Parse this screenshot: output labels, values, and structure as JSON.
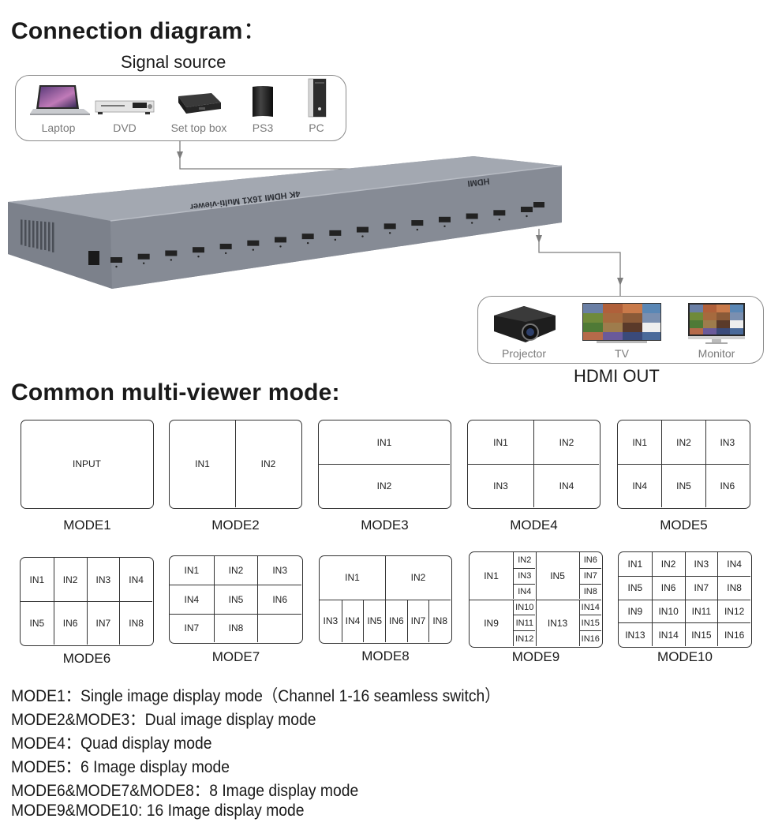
{
  "title": "Connection diagram",
  "title_suffix": "：",
  "source": {
    "heading": "Signal source",
    "devices": [
      {
        "label": "Laptop",
        "icon": "laptop-icon"
      },
      {
        "label": "DVD",
        "icon": "dvd-player-icon"
      },
      {
        "label": "Set top box",
        "icon": "set-top-box-icon"
      },
      {
        "label": "PS3",
        "icon": "ps3-console-icon"
      },
      {
        "label": "PC",
        "icon": "pc-tower-icon"
      }
    ]
  },
  "device": {
    "name": "4K HDMI 16X1 Multi-viewer",
    "brand": "HDMI",
    "input_count": 16,
    "output_count": 1,
    "colors": {
      "body": "#8e939d",
      "top": "#9ea3ac",
      "front": "#7f848e",
      "port": "#222222"
    }
  },
  "output": {
    "heading": "HDMI OUT",
    "devices": [
      {
        "label": "Projector",
        "icon": "projector-icon"
      },
      {
        "label": "TV",
        "icon": "tv-icon"
      },
      {
        "label": "Monitor",
        "icon": "monitor-icon"
      }
    ]
  },
  "modes_heading": "Common multi-viewer mode:",
  "modes": [
    {
      "name": "MODE1",
      "cells": [
        {
          "label": "INPUT"
        }
      ]
    },
    {
      "name": "MODE2",
      "cells": [
        {
          "label": "IN1"
        },
        {
          "label": "IN2"
        }
      ]
    },
    {
      "name": "MODE3",
      "cells": [
        {
          "label": "IN1"
        },
        {
          "label": "IN2"
        }
      ]
    },
    {
      "name": "MODE4",
      "cells": [
        {
          "label": "IN1"
        },
        {
          "label": "IN2"
        },
        {
          "label": "IN3"
        },
        {
          "label": "IN4"
        }
      ]
    },
    {
      "name": "MODE5",
      "cells": [
        {
          "label": "IN1"
        },
        {
          "label": "IN2"
        },
        {
          "label": "IN3"
        },
        {
          "label": "IN4"
        },
        {
          "label": "IN5"
        },
        {
          "label": "IN6"
        }
      ]
    },
    {
      "name": "MODE6",
      "cells": [
        {
          "label": "IN1"
        },
        {
          "label": "IN2"
        },
        {
          "label": "IN3"
        },
        {
          "label": "IN4"
        },
        {
          "label": "IN5"
        },
        {
          "label": "IN6"
        },
        {
          "label": "IN7"
        },
        {
          "label": "IN8"
        }
      ]
    },
    {
      "name": "MODE7",
      "cells": [
        {
          "label": "IN1"
        },
        {
          "label": "IN2"
        },
        {
          "label": "IN3"
        },
        {
          "label": "IN4"
        },
        {
          "label": "IN5"
        },
        {
          "label": "IN6"
        },
        {
          "label": "IN7"
        },
        {
          "label": "IN8"
        },
        {
          "label": ""
        }
      ]
    },
    {
      "name": "MODE8",
      "cells": [
        {
          "label": "IN1"
        },
        {
          "label": "IN2"
        },
        {
          "label": "IN3"
        },
        {
          "label": "IN4"
        },
        {
          "label": "IN5"
        },
        {
          "label": "IN6"
        },
        {
          "label": "IN7"
        },
        {
          "label": "IN8"
        }
      ]
    },
    {
      "name": "MODE9",
      "cells": [
        {
          "label": "IN1"
        },
        {
          "label": "IN2"
        },
        {
          "label": "IN3"
        },
        {
          "label": "IN4"
        },
        {
          "label": "IN5"
        },
        {
          "label": "IN6"
        },
        {
          "label": "IN7"
        },
        {
          "label": "IN8"
        },
        {
          "label": "IN9"
        },
        {
          "label": "IN10"
        },
        {
          "label": "IN11"
        },
        {
          "label": "IN12"
        },
        {
          "label": "IN13"
        },
        {
          "label": "IN14"
        },
        {
          "label": "IN15"
        },
        {
          "label": "IN16"
        }
      ]
    },
    {
      "name": "MODE10",
      "cells": [
        {
          "label": "IN1"
        },
        {
          "label": "IN2"
        },
        {
          "label": "IN3"
        },
        {
          "label": "IN4"
        },
        {
          "label": "IN5"
        },
        {
          "label": "IN6"
        },
        {
          "label": "IN7"
        },
        {
          "label": "IN8"
        },
        {
          "label": "IN9"
        },
        {
          "label": "IN10"
        },
        {
          "label": "IN11"
        },
        {
          "label": "IN12"
        },
        {
          "label": "IN13"
        },
        {
          "label": "IN14"
        },
        {
          "label": "IN15"
        },
        {
          "label": "IN16"
        }
      ]
    }
  ],
  "descriptions": [
    "MODE1：Single image display mode（Channel 1-16 seamless switch）",
    "MODE2&MODE3：Dual image display mode",
    "MODE4：Quad display mode",
    "MODE5：6 Image display mode",
    "MODE6&MODE7&MODE8：8 Image display mode",
    "MODE9&MODE10: 16 Image display mode"
  ]
}
